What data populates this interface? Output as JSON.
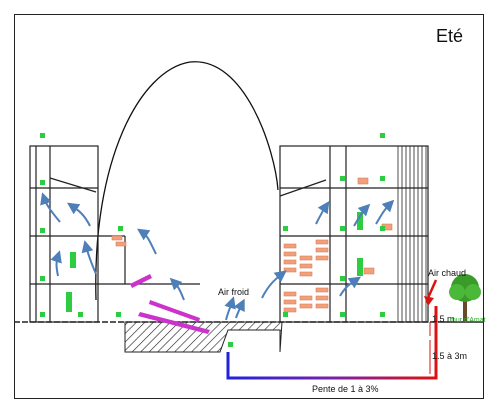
{
  "diagram": {
    "season_title": "Eté",
    "labels": {
      "cold_air": "Air froid",
      "hot_air": "Air chaud",
      "depth_upper": "1.5 m",
      "depth_lower": "1.5 à 3m",
      "wall": "mur d'Amat",
      "slope": "Pente de 1 à 3%"
    },
    "colors": {
      "airflow_arrows": "#4f7fb8",
      "plants": "#2ecc40",
      "stairs": "#f2a07b",
      "ramps": "#cc33cc",
      "duct_start": "#2222dd",
      "duct_end": "#dd1111",
      "tree": "#3a9a2a"
    }
  }
}
